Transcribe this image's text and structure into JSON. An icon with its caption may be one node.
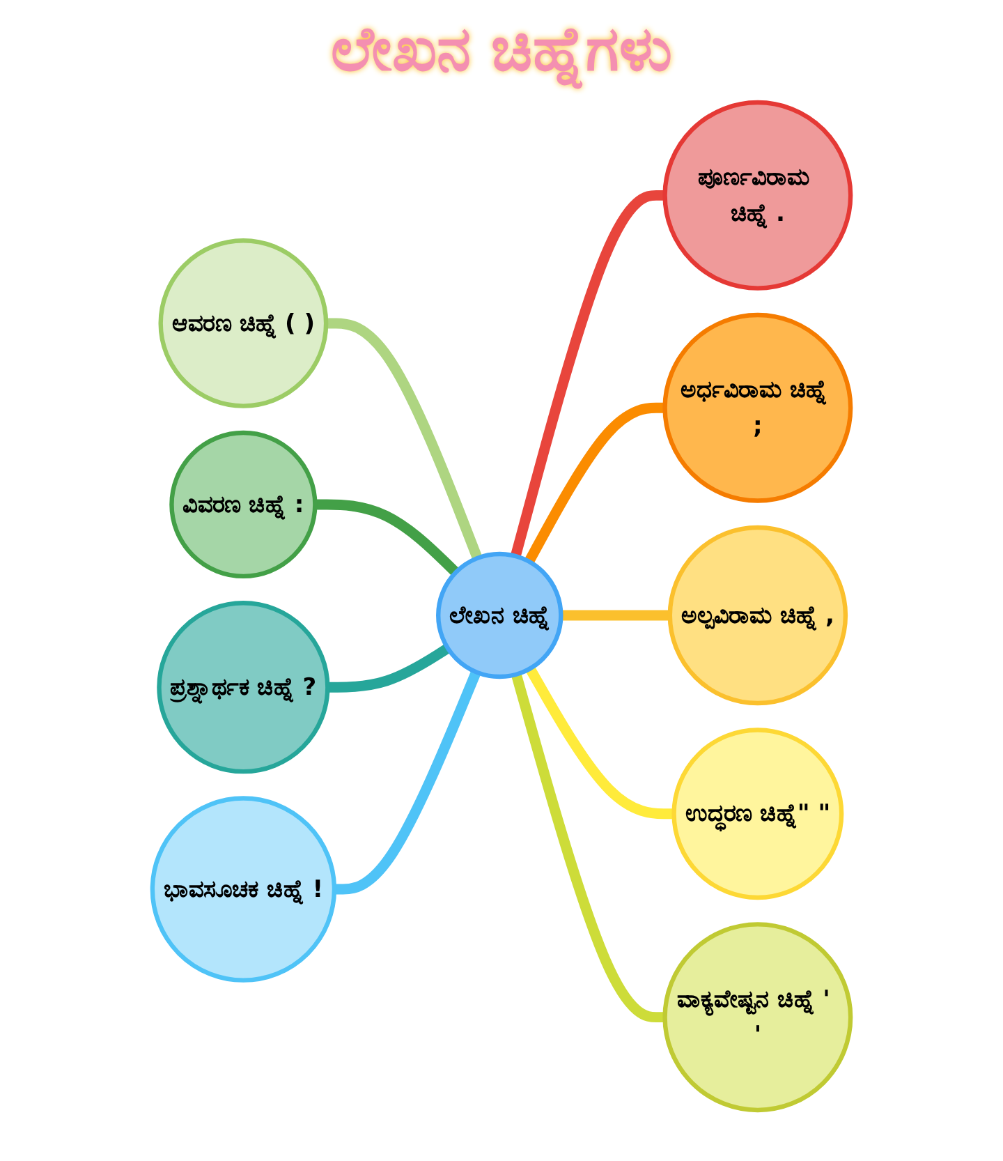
{
  "diagram": {
    "title": "ಲೇಖನ ಚಿಹ್ನೆಗಳು",
    "nodes": [
      {
        "text": [
          "ಲೇಖನ ಚಿಹ್ನೆ"
        ]
      },
      {
        "text": [
          "ಪೂರ್ಣವಿರಾಮ ಚಿಹ್ನೆ ."
        ]
      },
      {
        "text": [
          "ಅರ್ಧವಿರಾಮ ಚಿಹ್ನೆ ;"
        ]
      },
      {
        "text": [
          "ಅಲ್ಪವಿರಾಮ ಚಿಹ್ನೆ ,"
        ]
      },
      {
        "text": [
          "ಉದ್ಧರಣ ಚಿಹ್ನೆ\" \""
        ]
      },
      {
        "text": [
          "ವಾಕ್ಯವೇಷ್ಟನ ಚಿಹ್ನೆ ' '"
        ]
      },
      {
        "text": [
          "ಆವರಣ ಚಿಹ್ನೆ ( )"
        ]
      },
      {
        "text": [
          "ವಿವರಣ ಚಿಹ್ನೆ :"
        ]
      },
      {
        "text": [
          "ಪ್ರಶ್ನಾರ್ಥಕ ಚಿಹ್ನೆ ?"
        ]
      },
      {
        "text": [
          "ಭಾವಸೂಚಕ ಚಿಹ್ನೆ !"
        ]
      }
    ],
    "edges": [
      {
        "from": 0,
        "to": 1,
        "arrow": "none",
        "color": "#e8453c"
      },
      {
        "from": 0,
        "to": 2,
        "arrow": "none",
        "color": "#fb8c00"
      },
      {
        "from": 0,
        "to": 3,
        "arrow": "none",
        "color": "#fbc02d"
      },
      {
        "from": 0,
        "to": 4,
        "arrow": "none",
        "color": "#ffeb3b"
      },
      {
        "from": 0,
        "to": 5,
        "arrow": "none",
        "color": "#cddc39"
      },
      {
        "from": 6,
        "to": 0,
        "arrow": "none",
        "color": "#aed581"
      },
      {
        "from": 7,
        "to": 0,
        "arrow": "none",
        "color": "#43a047"
      },
      {
        "from": 8,
        "to": 0,
        "arrow": "none",
        "color": "#26a69a"
      },
      {
        "from": 9,
        "to": 0,
        "arrow": "none",
        "color": "#4fc3f7"
      }
    ]
  }
}
